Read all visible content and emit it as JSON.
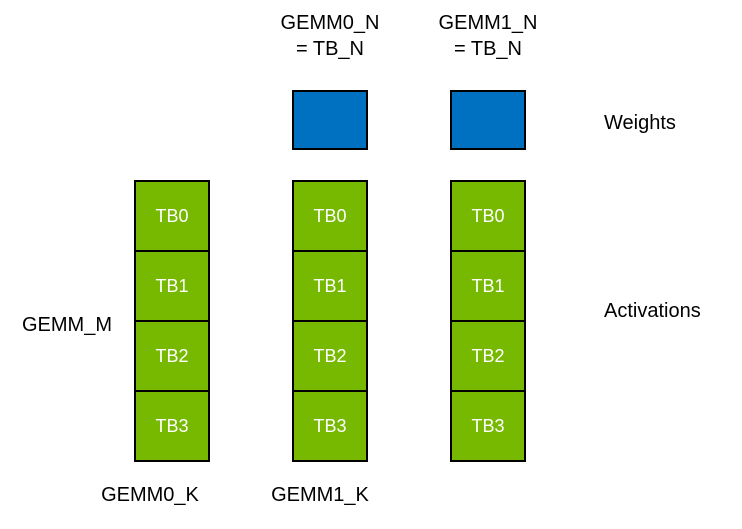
{
  "colors": {
    "weights_fill": "#0070C0",
    "activations_fill": "#76B900",
    "border": "#000000",
    "block_text": "#ffffff",
    "label_text": "#000000"
  },
  "top_labels": [
    {
      "line1": "GEMM0_N",
      "line2": "= TB_N"
    },
    {
      "line1": "GEMM1_N",
      "line2": "= TB_N"
    }
  ],
  "side_labels": {
    "gemm_m": "GEMM_M",
    "weights": "Weights",
    "activations": "Activations"
  },
  "bottom_labels": [
    "GEMM0_K",
    "GEMM1_K"
  ],
  "columns": [
    {
      "blocks": [
        "TB0",
        "TB1",
        "TB2",
        "TB3"
      ]
    },
    {
      "blocks": [
        "TB0",
        "TB1",
        "TB2",
        "TB3"
      ]
    },
    {
      "blocks": [
        "TB0",
        "TB1",
        "TB2",
        "TB3"
      ]
    }
  ]
}
